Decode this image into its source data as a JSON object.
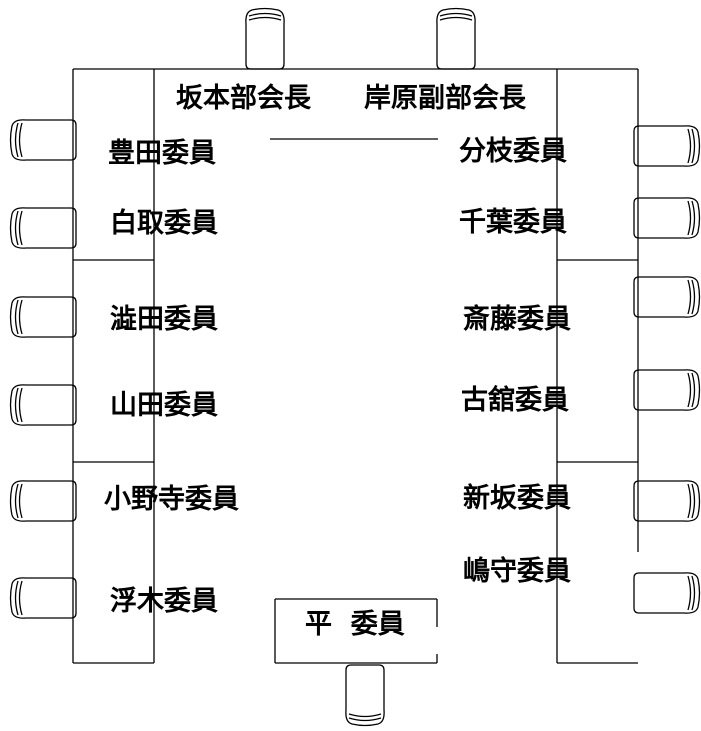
{
  "head_table": {
    "chair_name": "坂本部会長",
    "vice_chair_name": "岸原副部会長"
  },
  "left_side": {
    "members": [
      "豊田委員",
      "白取委員",
      "澁田委員",
      "山田委員",
      "小野寺委員",
      "浮木委員"
    ]
  },
  "right_side": {
    "members": [
      "分枝委員",
      "千葉委員",
      "斎藤委員",
      "古舘委員",
      "新坂委員",
      "嶋守委員"
    ]
  },
  "bottom_table": {
    "member": "平  委員"
  },
  "colors": {
    "line": "#000000",
    "background": "#ffffff"
  }
}
